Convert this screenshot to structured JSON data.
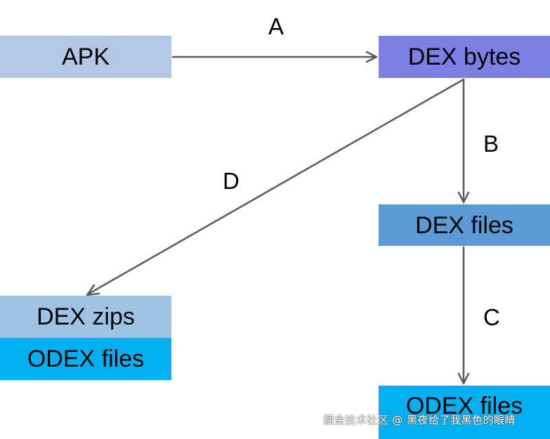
{
  "nodes": {
    "apk": {
      "label": "APK",
      "color": "#b4c7e7"
    },
    "dex_bytes": {
      "label": "DEX bytes",
      "color": "#7b7fe6"
    },
    "dex_files": {
      "label": "DEX files",
      "color": "#5b9bd5"
    },
    "dex_zips": {
      "label": "DEX zips",
      "color": "#9dc3e6"
    },
    "odex_files_left": {
      "label": "ODEX files",
      "color": "#00b0f0"
    },
    "odex_files_right": {
      "label": "ODEX files",
      "color": "#00b0f0"
    }
  },
  "edges": [
    {
      "label": "A",
      "from": "APK",
      "to": "DEX bytes"
    },
    {
      "label": "B",
      "from": "DEX bytes",
      "to": "DEX files"
    },
    {
      "label": "C",
      "from": "DEX files",
      "to": "ODEX files"
    },
    {
      "label": "D",
      "from": "DEX bytes",
      "to": "DEX zips"
    }
  ],
  "arrow_color": "#595959",
  "watermark": "掘金技术社区 @ 黑夜给了我黑色的眼睛"
}
